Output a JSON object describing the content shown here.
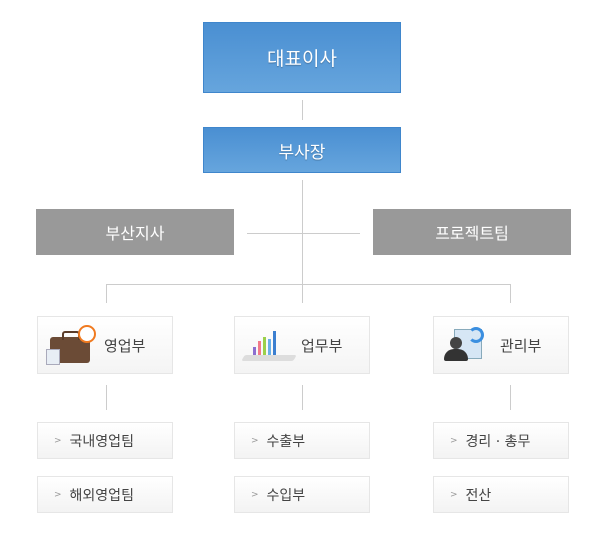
{
  "ceo": "대표이사",
  "vp": "부사장",
  "branch": "부산지사",
  "project": "프로젝트팀",
  "departments": [
    {
      "name": "영업부",
      "icon": "briefcase-icon",
      "subs": [
        "국내영업팀",
        "해외영업팀"
      ]
    },
    {
      "name": "업무부",
      "icon": "chart-book-icon",
      "subs": [
        "수출부",
        "수입부"
      ]
    },
    {
      "name": "관리부",
      "icon": "user-admin-icon",
      "subs": [
        "경리 · 총무",
        "전산"
      ]
    }
  ]
}
